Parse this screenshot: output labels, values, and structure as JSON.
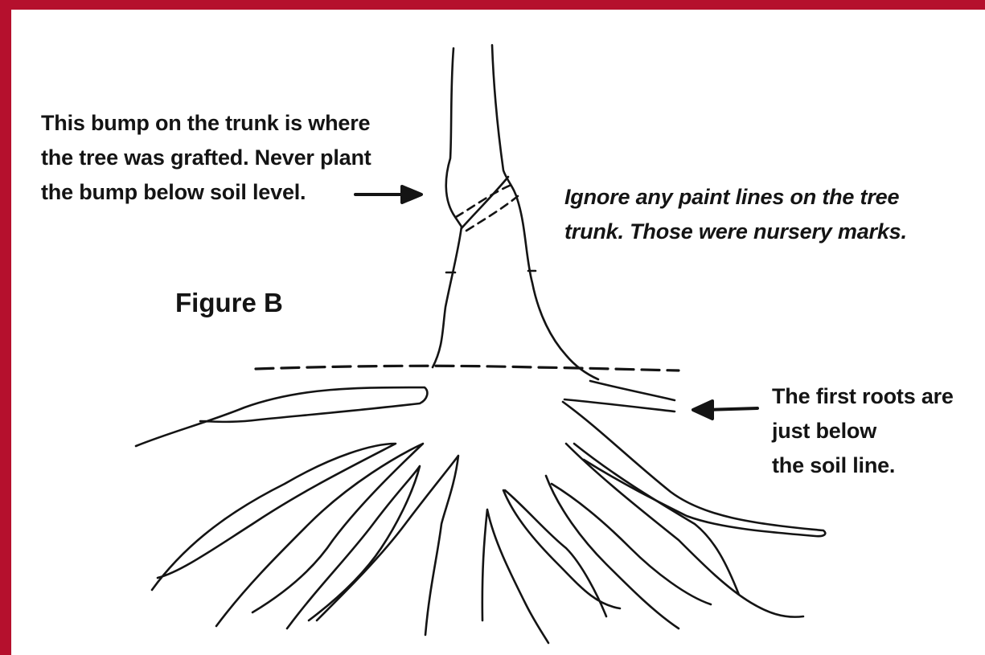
{
  "frame": {
    "border_color": "#b5102d"
  },
  "figure_label": "Figure B",
  "annotations": {
    "graft": {
      "lines": [
        "This bump on the trunk is where",
        "the tree was grafted. Never plant",
        "the bump below soil level."
      ]
    },
    "paint": {
      "lines": [
        "Ignore any paint lines on the tree",
        "trunk. Those were nursery marks."
      ]
    },
    "roots": {
      "lines": [
        "The first roots are",
        "just below",
        "the soil line."
      ]
    }
  },
  "icons": [
    "arrow-right-icon",
    "arrow-left-icon"
  ]
}
